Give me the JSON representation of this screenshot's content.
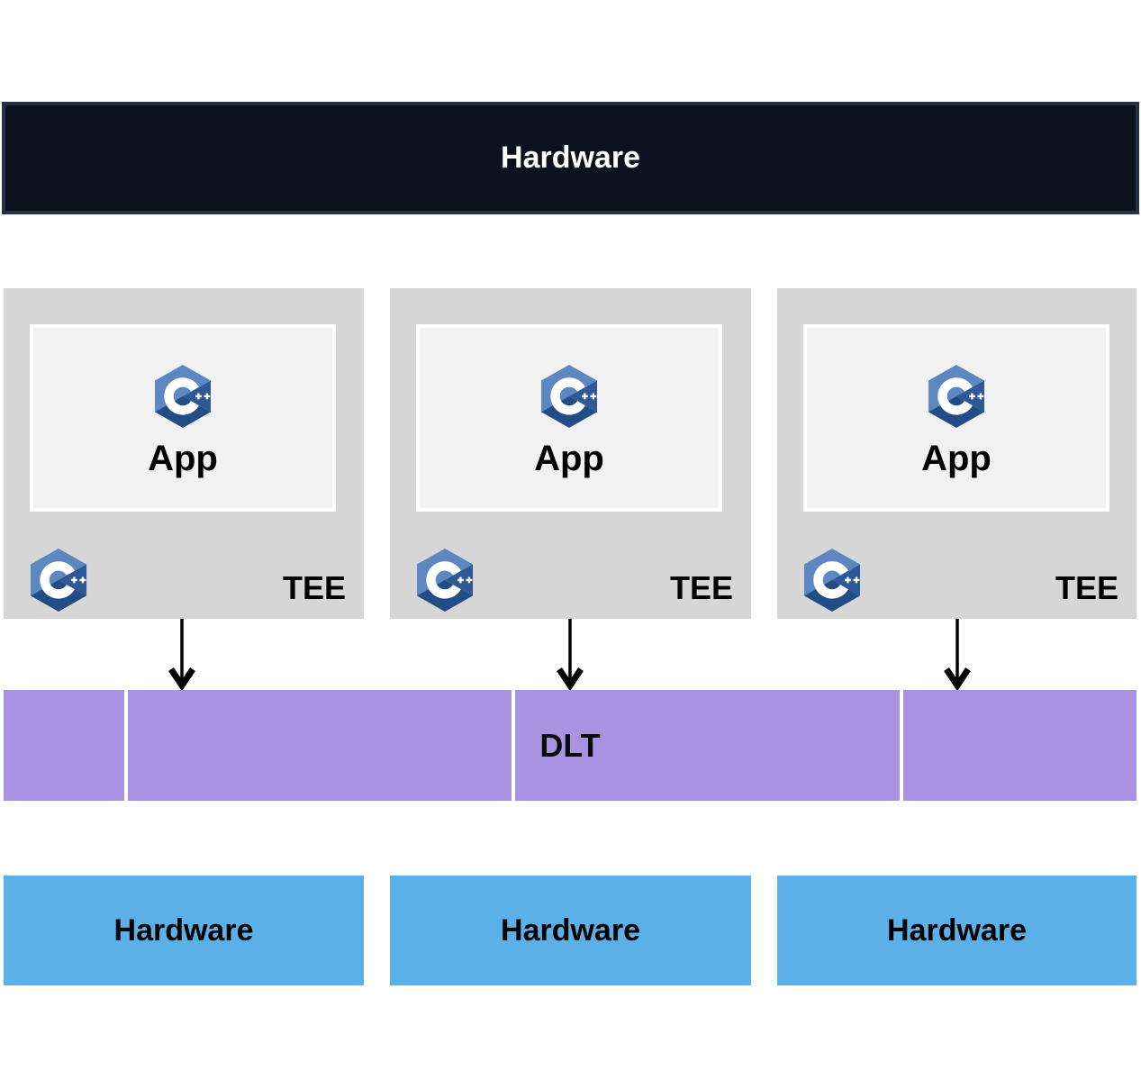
{
  "diagram": {
    "top_bar": {
      "label": "Hardware"
    },
    "tee_boxes": [
      {
        "app_label": "App",
        "tee_label": "TEE"
      },
      {
        "app_label": "App",
        "tee_label": "TEE"
      },
      {
        "app_label": "App",
        "tee_label": "TEE"
      }
    ],
    "dlt_bar": {
      "label": "DLT"
    },
    "hardware_boxes": [
      {
        "label": "Hardware"
      },
      {
        "label": "Hardware"
      },
      {
        "label": "Hardware"
      }
    ],
    "icons": [
      {
        "name": "cpp-logo-icon",
        "meaning": "C++ hexagon logo"
      },
      {
        "name": "down-arrow-icon",
        "meaning": "connection arrow to DLT layer"
      }
    ],
    "colors": {
      "top_bar_bg": "#0c121d",
      "top_bar_border": "#243248",
      "tee_box_bg": "#d6d6d6",
      "app_box_bg": "#f1f1f1",
      "app_box_border": "#ffffff",
      "dlt_bg": "#a992e2",
      "hardware_bg": "#5bb0e8",
      "cpp_logo_light": "#5d87c1",
      "cpp_logo_mid": "#2e5896",
      "cpp_logo_dark": "#214c86",
      "arrow": "#000000"
    }
  }
}
